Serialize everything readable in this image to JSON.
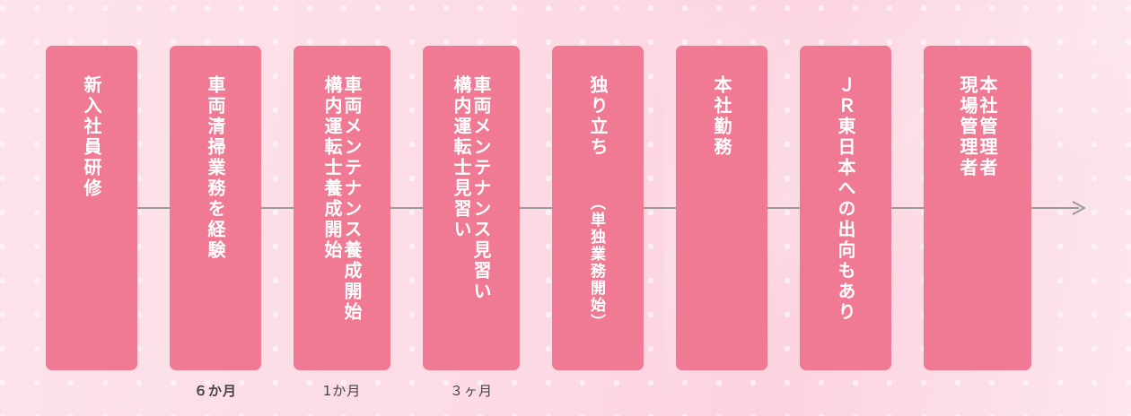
{
  "steps": [
    {
      "lines": [
        "新入社員研修"
      ]
    },
    {
      "lines": [
        "車両清掃業務を経験"
      ]
    },
    {
      "lines": [
        "車両メンテナンス養成開始",
        "構内運転士養成開始"
      ]
    },
    {
      "lines": [
        "車両メンテナンス見習い",
        "構内運転士見習い"
      ]
    },
    {
      "lines": [
        "独り立ち",
        "（単独業務開始）"
      ]
    },
    {
      "lines": [
        "本社勤務"
      ]
    },
    {
      "lines": [
        "ＪＲ東日本への出向もあり"
      ]
    },
    {
      "lines": [
        "本社管理者",
        "現場管理者"
      ]
    }
  ],
  "durations": [
    "６か月",
    "1か月",
    "３ヶ月"
  ],
  "colors": {
    "card": "#f07a93",
    "line": "#9a9a9a",
    "text": "#ffffff"
  }
}
